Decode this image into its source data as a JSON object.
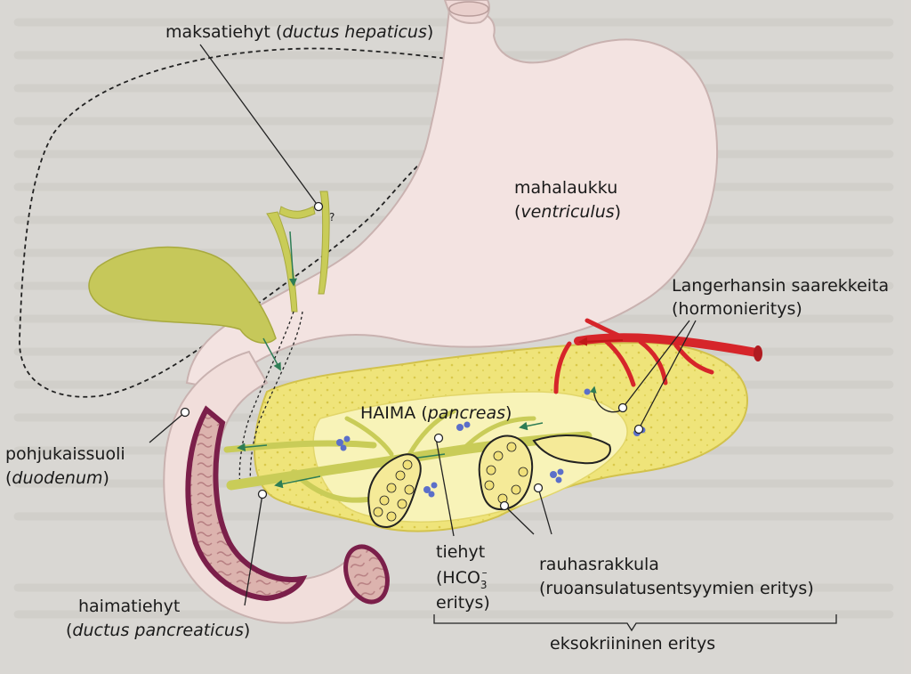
{
  "labels": {
    "hepatic_duct": {
      "name": "maksatiehyt",
      "open": "(",
      "latin": "ductus hepaticus",
      "close": ")"
    },
    "stomach": {
      "name": "mahalaukku",
      "open": "(",
      "latin": "ventriculus",
      "close": ")"
    },
    "islets": {
      "line1": "Langerhansin saarekkeita",
      "line2": "(hormonieritys)"
    },
    "pancreas": {
      "name": "HAIMA",
      "open": "(",
      "latin": "pancreas",
      "close": ")"
    },
    "duodenum": {
      "name": "pohjukaissuoli",
      "open": "(",
      "latin": "duodenum",
      "close": ")"
    },
    "duct": {
      "line1": "tiehyt",
      "line2_pre": "(HCO",
      "sub": "3",
      "sup": "–",
      "line3": "eritys)"
    },
    "acinus": {
      "line1": "rauhasrakkula",
      "line2": "(ruoansulatusentsyymien eritys)"
    },
    "pancreatic_duct": {
      "name": "haimatiehyt",
      "open": "(",
      "latin": "ductus pancreaticus",
      "close": ")"
    },
    "exocrine": {
      "label": "eksokriininen eritys"
    },
    "question_mark": "?"
  },
  "colors": {
    "stomach_fill": "#f3e3e1",
    "stomach_edge": "#c9b2b0",
    "pancreas_fill": "#f1ea8a",
    "pancreas_inner": "#f8f3b8",
    "gallbladder": "#c6c85a",
    "duct_green": "#c9cc58",
    "duct_arrow": "#2e7d55",
    "artery": "#d6252a",
    "islet": "#5b6fc9",
    "intestine_wall": "#7b1f4a",
    "intestine_mucosa": "#d9b0ac"
  }
}
